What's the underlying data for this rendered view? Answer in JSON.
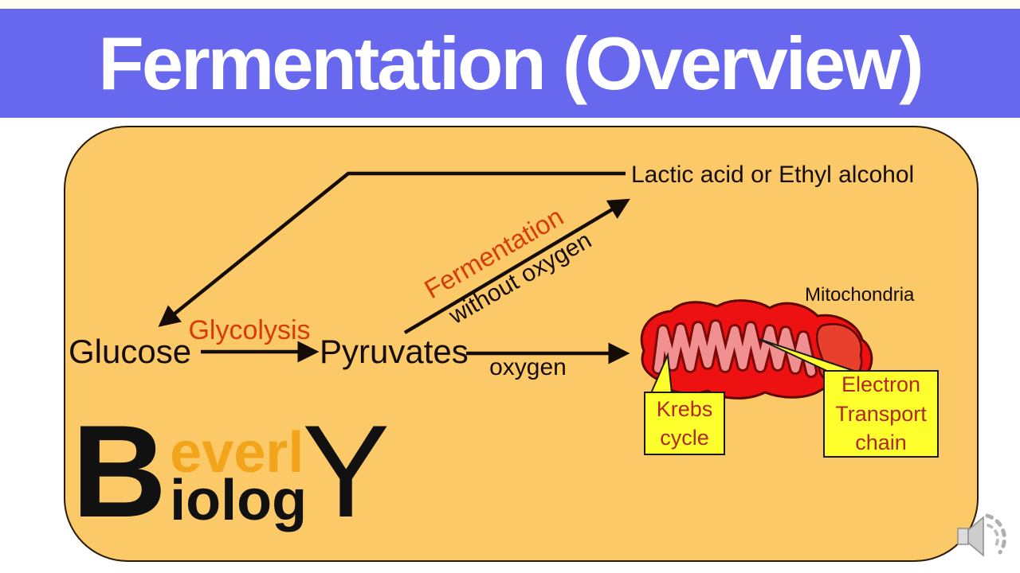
{
  "header": {
    "title": "Fermentation (Overview)"
  },
  "diagram": {
    "glucose": "Glucose",
    "glycolysis": "Glycolysis",
    "pyruvates": "Pyruvates",
    "fermentation": "Fermentation",
    "without_oxygen": "without oxygen",
    "oxygen": "oxygen",
    "lactic_acid": "Lactic acid or Ethyl alcohol",
    "mitochondria": "Mitochondria",
    "krebs": {
      "line1": "Krebs",
      "line2": "cycle"
    },
    "etc": {
      "line1": "Electron",
      "line2": "Transport",
      "line3": "chain"
    }
  },
  "logo": {
    "b": "B",
    "everl": "everl",
    "iolog": "iolog",
    "y": "Y"
  },
  "icons": {
    "speaker": "speaker-audio-icon"
  },
  "colors": {
    "banner_blue": "#6868EE",
    "panel_orange": "#FCC968",
    "accent_red": "#D63B08",
    "callout_yellow": "#FFFF2E",
    "callout_text": "#B22820",
    "mitochondria_red": "#EE1111",
    "cristae_pink": "#F19090"
  }
}
